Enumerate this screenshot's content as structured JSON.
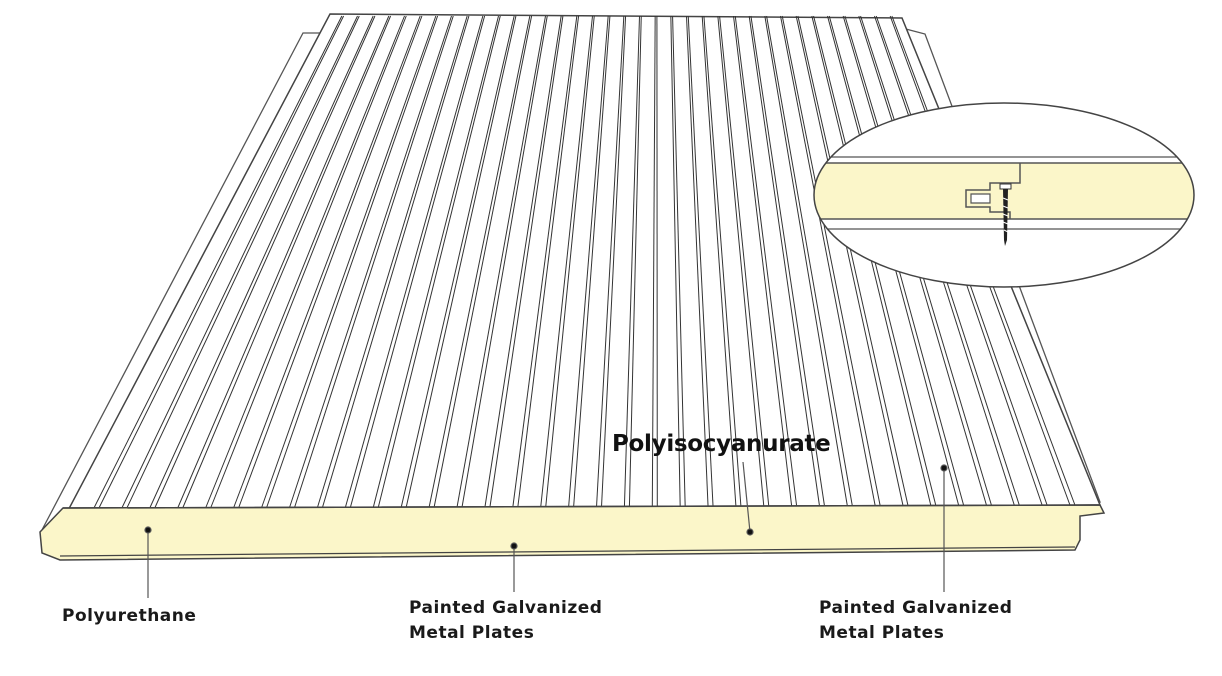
{
  "labels": {
    "polyurethane": "Polyurethane",
    "plates_left_line1": "Painted Galvanized",
    "plates_left_line2": "Metal Plates",
    "plates_right_line1": "Painted Galvanized",
    "plates_right_line2": "Metal Plates",
    "polyisocyanurate": "Polyisocyanurate"
  },
  "colors": {
    "foam_core": "#fbf6c9",
    "outline": "#444444",
    "background": "#ffffff"
  },
  "panel": {
    "rib_count": 36
  }
}
